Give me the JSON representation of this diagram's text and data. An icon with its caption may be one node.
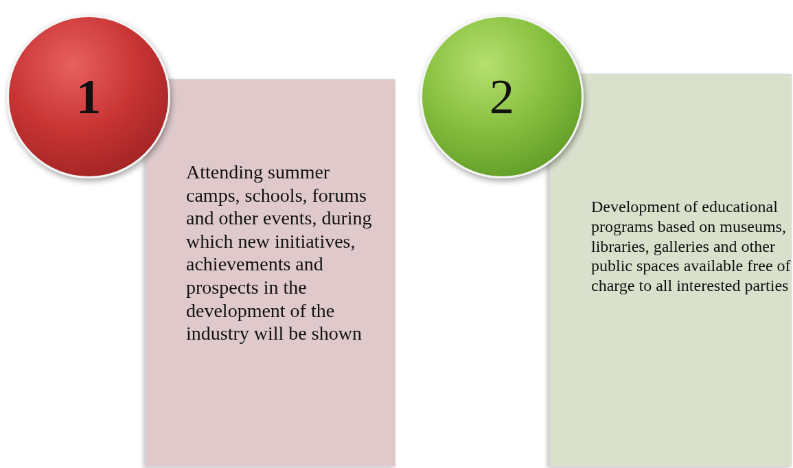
{
  "diagram": {
    "nodes": [
      {
        "text": [
          "1"
        ]
      },
      {
        "text": [
          "Attending summer camps, schools, forums and other events, during which new initiatives, achievements and prospects in the development of the industry will be shown"
        ]
      },
      {
        "text": [
          "2"
        ]
      },
      {
        "text": [
          "Development of educational programs based on museums, libraries, galleries and other public spaces available free of charge to all interested parties"
        ]
      }
    ],
    "edges": []
  }
}
